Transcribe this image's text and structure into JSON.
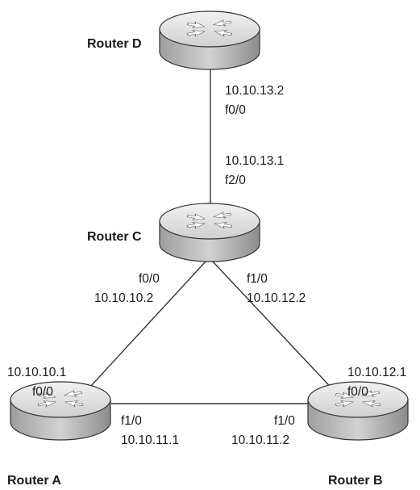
{
  "routers": {
    "d": {
      "name": "Router D"
    },
    "c": {
      "name": "Router C"
    },
    "a": {
      "name": "Router A"
    },
    "b": {
      "name": "Router B"
    }
  },
  "interfaces": {
    "d_c": {
      "d_ip": "10.10.13.2",
      "d_port": "f0/0",
      "c_ip": "10.10.13.1",
      "c_port": "f2/0"
    },
    "c_a": {
      "c_port": "f0/0",
      "c_ip": "10.10.10.2",
      "a_ip": "10.10.10.1",
      "a_port": "f0/0"
    },
    "c_b": {
      "c_port": "f1/0",
      "c_ip": "10.10.12.2",
      "b_ip": "10.10.12.1",
      "b_port": "f0/0"
    },
    "a_b": {
      "a_port": "f1/0",
      "a_ip": "10.10.11.1",
      "b_port": "f1/0",
      "b_ip": "10.10.11.2"
    }
  },
  "colors": {
    "router_body": "#c8c8c8",
    "router_top": "#e6e6e6",
    "outline": "#333333"
  },
  "icon": "router-icon"
}
